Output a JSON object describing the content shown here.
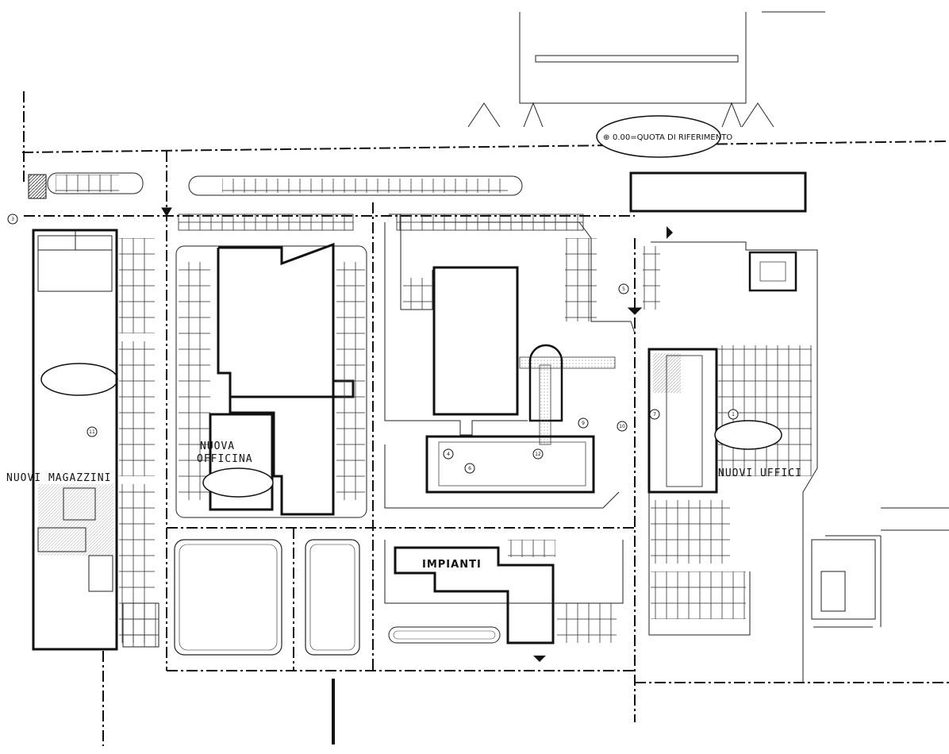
{
  "reference_label": "0.00=QUOTA DI RIFERIMENTO",
  "reference_symbol": "⊕",
  "buildings": {
    "magazzini": "NUOVI MAGAZZINI",
    "officina_line1": "NUOVA",
    "officina_line2": "OFFICINA",
    "impianti": "IMPIANTI",
    "uffici": "NUOVI UFFICI"
  },
  "markers": [
    "3",
    "11",
    "6",
    "4",
    "12",
    "9",
    "10",
    "7",
    "1",
    "5"
  ],
  "colors": {
    "ink": "#1a1a1a",
    "paper": "#ffffff",
    "hatch": "#9a9a9a"
  }
}
